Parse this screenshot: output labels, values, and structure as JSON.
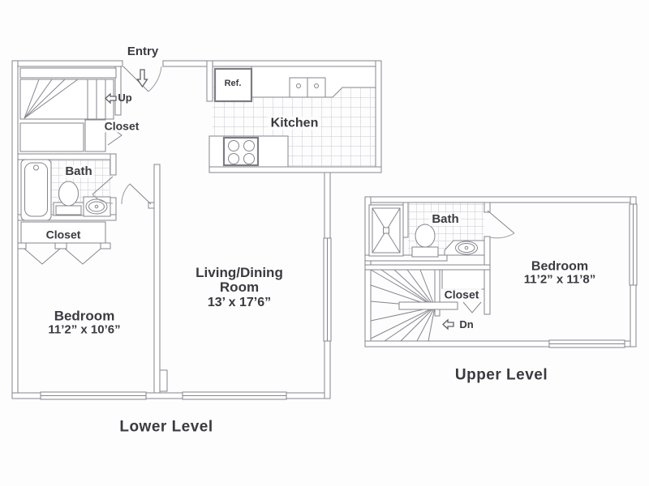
{
  "colors": {
    "background": "#fdfdfd",
    "wall_line": "#85858d",
    "tile_line": "#c9c9d1",
    "text": "#3a3a40"
  },
  "lower": {
    "title": "Lower Level",
    "entry_label": "Entry",
    "up_label": "Up",
    "hall_closet_label": "Closet",
    "bath_label": "Bath",
    "bedroom_closet_label": "Closet",
    "bedroom_label": "Bedroom",
    "bedroom_dimensions": "11’2” x 10’6”",
    "living_label_line1": "Living/Dining",
    "living_label_line2": "Room",
    "living_dimensions": "13’ x 17’6”",
    "kitchen_label": "Kitchen",
    "refrigerator_label": "Ref.",
    "icons": {
      "up_arrow": "arrow-left-icon",
      "entry_arrow": "arrow-down-icon"
    }
  },
  "upper": {
    "title": "Upper Level",
    "bath_label": "Bath",
    "bedroom_label": "Bedroom",
    "bedroom_dimensions": "11’2” x 11’8”",
    "closet_label": "Closet",
    "dn_label": "Dn",
    "icons": {
      "down_arrow": "arrow-left-icon"
    }
  }
}
